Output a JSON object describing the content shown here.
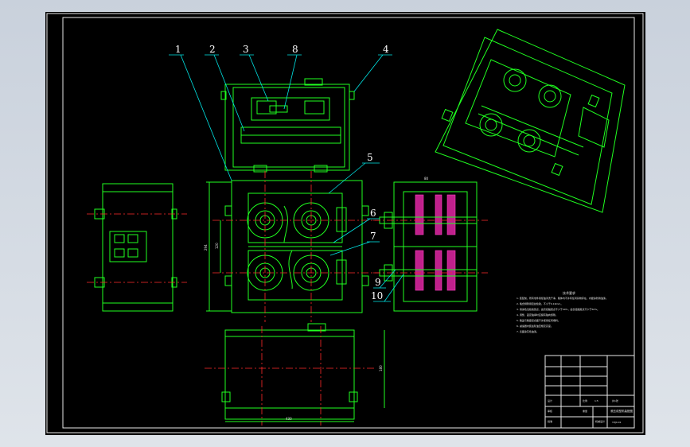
{
  "balloons": [
    "1",
    "2",
    "3",
    "8",
    "4",
    "5",
    "6",
    "7",
    "9",
    "10"
  ],
  "dim_labels": [
    "294",
    "120",
    "180",
    "80",
    "430"
  ],
  "notes": {
    "heading": "技术要求",
    "lines": [
      "1. 装配前，所有零件用煤油清洗干净，箱体内不许有任何杂物存在，内壁涂防锈油漆。",
      "2. 啮合侧隙用铅丝检验，不小于0.16mm。",
      "3. 用涂色法检验斑点，齿高接触斑点不少于40%，齿长接触斑点不少于50%。",
      "4. 调整、固定轴承时应留有轴向游隙。",
      "5. 箱盖与箱座接合面不许使用任何填料。",
      "6. 减速器内装齿轮油至规定高度。",
      "7. 表面涂灰色油漆。"
    ]
  },
  "title_block": {
    "drawing_name": "滚压成型机装配图",
    "drawing_no": "YZJX-01",
    "scale": "1:5",
    "sheet": "共1张",
    "label_designer": "设计",
    "label_checker": "审核",
    "label_approver": "批准",
    "label_scale": "比例",
    "label_weight": "重量",
    "company": "机械设计"
  },
  "colors": {
    "background": "#000000",
    "outline": "#20ff20",
    "leader": "#00e5e5",
    "centerline": "#ff2a2a",
    "section": "#c0208c"
  }
}
